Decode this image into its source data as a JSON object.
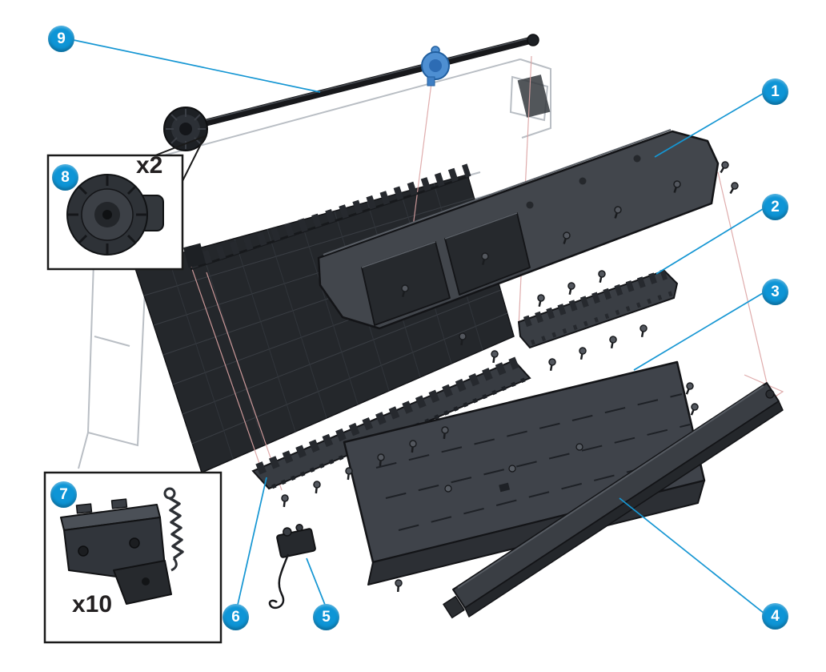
{
  "diagram": {
    "type": "exploded-parts-diagram",
    "callouts": {
      "c1": "1",
      "c2": "2",
      "c3": "3",
      "c4": "4",
      "c5": "5",
      "c6": "6",
      "c7": "7",
      "c8": "8",
      "c9": "9"
    },
    "insets": {
      "hub": {
        "callout_ref": "8",
        "quantity": "x2"
      },
      "pinch": {
        "callout_ref": "7",
        "quantity": "x10"
      }
    },
    "colors": {
      "callout_fill": "#0e95d6",
      "leader_line": "#1596d3",
      "part_fill": "#3c4046",
      "part_dark": "#26292d",
      "outline": "#131417",
      "chassis_line": "#b9bec4",
      "alignment_line": "#dca3a3",
      "spindle_hub_blue": "#4e8fd2",
      "background": "#ffffff"
    }
  }
}
